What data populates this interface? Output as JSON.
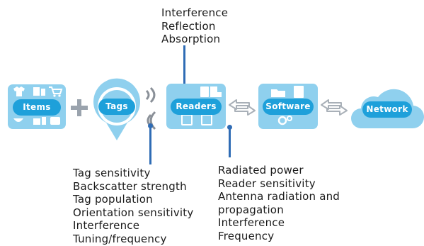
{
  "colors": {
    "accent": "#1ea0da",
    "box_fill": "#8fd0ee",
    "line": "#2f6cb5",
    "plus": "#9aa3ad",
    "arrow": "#a9b0b8"
  },
  "diagram": {
    "nodes": {
      "items": "Items",
      "tags": "Tags",
      "readers": "Readers",
      "software": "Software",
      "network": "Network"
    },
    "readers_top_factors": [
      "Interference",
      "Reflection",
      "Absorption"
    ],
    "tag_factors": [
      "Tag sensitivity",
      "Backscatter strength",
      "Tag population",
      "Orientation sensitivity",
      "Interference",
      "Tuning/frequency"
    ],
    "reader_factors": [
      "Radiated power",
      "Reader sensitivity",
      "Antenna radiation and",
      "propagation",
      "Interference",
      "Frequency"
    ]
  }
}
